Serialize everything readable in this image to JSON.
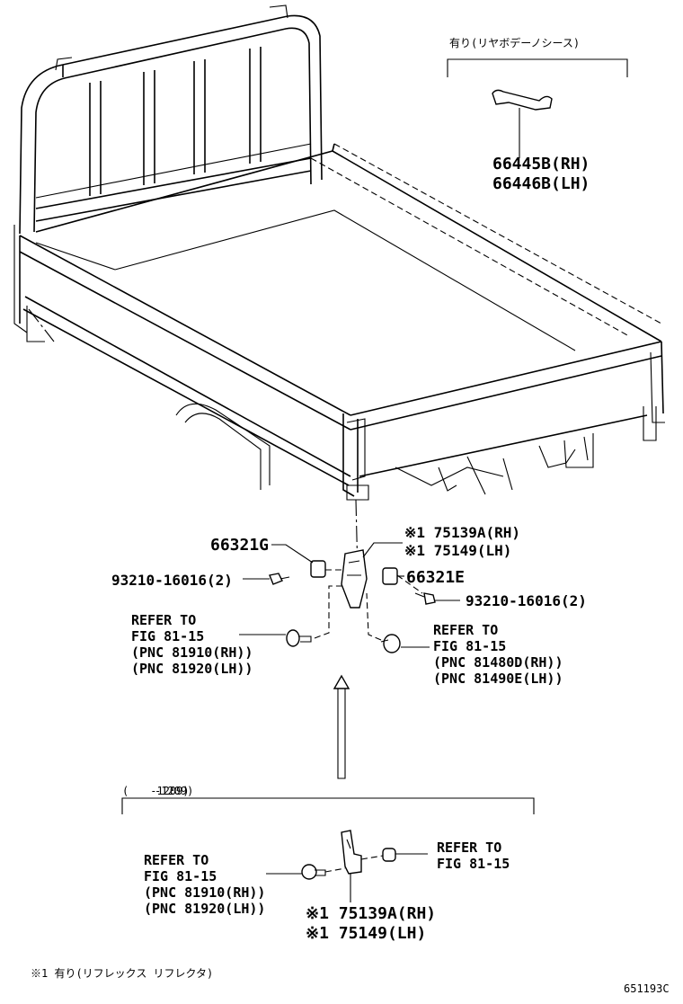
{
  "figure_id": "651193C",
  "top_bracket_note": "有り(リヤボデーノシース)",
  "bottom_bracket_note": "(　　-1209)",
  "footnote": "※1  有り(リフレックス リフレクタ)",
  "parts": {
    "p66445": "66445B(RH)",
    "p66446": "66446B(LH)",
    "p66321g": "66321G",
    "p66321e": "66321E",
    "bolt_left": "93210-16016(2)",
    "bolt_right": "93210-16016(2)",
    "hinge_rh": "※1 75139A(RH)",
    "hinge_lh": "※1 75149(LH)",
    "hinge_rh_lower": "※1 75139A(RH)",
    "hinge_lh_lower": "※1 75149(LH)"
  },
  "refs": {
    "left_upper": [
      "REFER TO",
      "FIG 81-15",
      "(PNC 81910(RH))",
      "(PNC 81920(LH))"
    ],
    "right_upper": [
      "REFER TO",
      "FIG 81-15",
      "(PNC 81480D(RH))",
      "(PNC 81490E(LH))"
    ],
    "left_lower": [
      "REFER TO",
      "FIG 81-15",
      "(PNC 81910(RH))",
      "(PNC 81920(LH))"
    ],
    "right_lower": [
      "REFER TO",
      "FIG 81-15"
    ]
  }
}
